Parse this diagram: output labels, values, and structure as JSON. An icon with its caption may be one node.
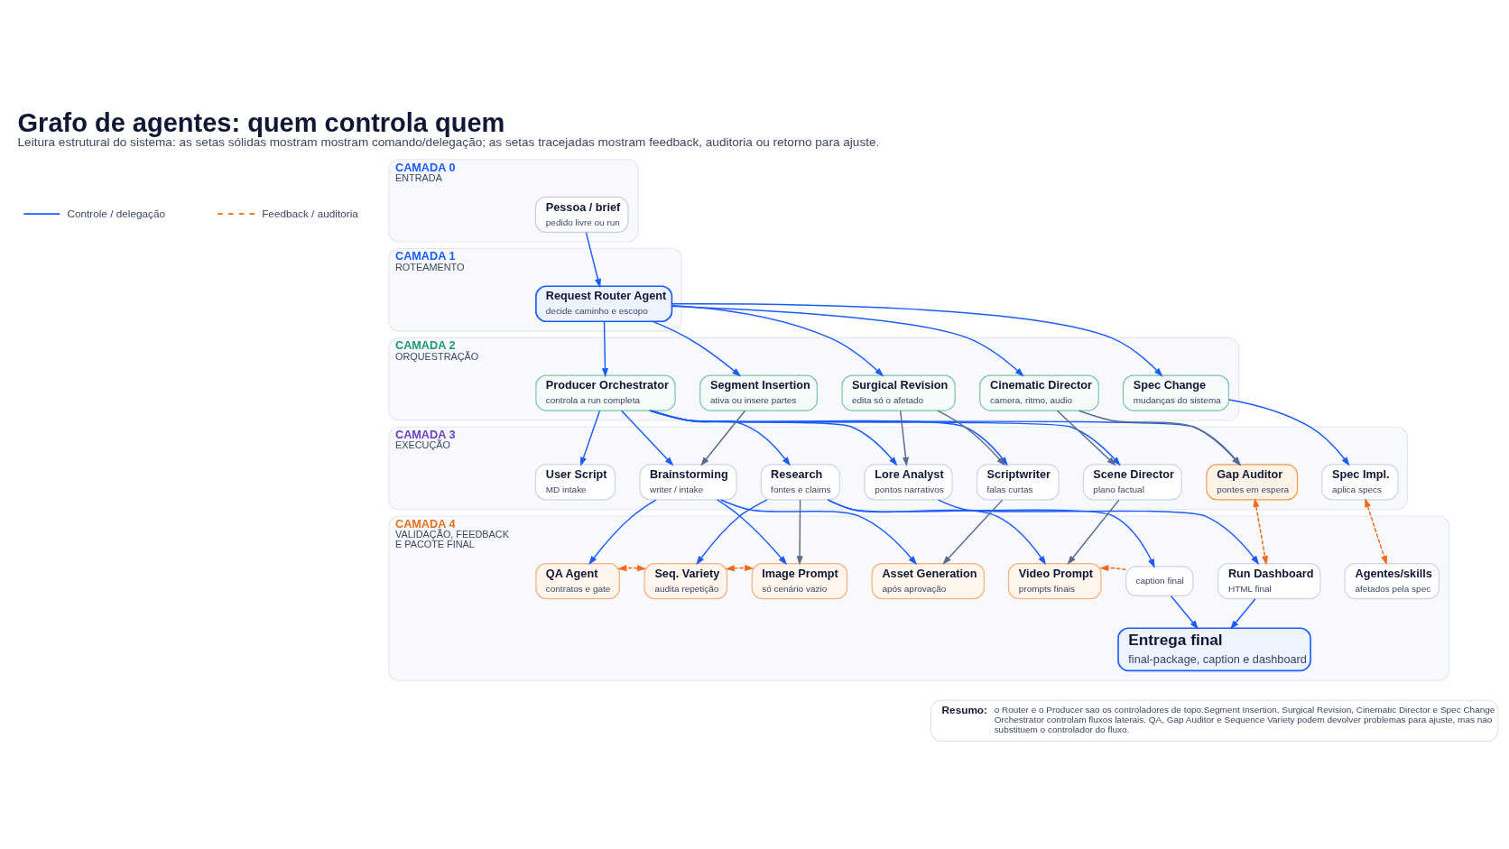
{
  "diagram": {
    "title": "Grafo de agentes: quem controla quem",
    "caption": "Leitura estrutural do sistema: as setas sólidas mostram mostram comando/delegação; as setas tracejadas mostram feedback, auditoria ou retorno para ajuste.",
    "nodes": [
      {
        "text": [
          "CAMADA 0",
          "ENTRADA"
        ]
      },
      {
        "text": [
          "Pessoa / brief",
          "pedido livre ou run"
        ],
        "in": 0
      },
      {
        "text": [
          "CAMADA 1",
          "ROTEAMENTO"
        ]
      },
      {
        "text": [
          "Request Router Agent",
          "decide caminho e escopo"
        ],
        "in": 2
      },
      {
        "text": [
          "CAMADA 2",
          "ORQUESTRAÇÃO"
        ]
      },
      {
        "text": [
          "Producer Orchestrator",
          "controla a run completa"
        ],
        "in": 4
      },
      {
        "text": [
          "Segment Insertion",
          "ativa ou insere partes"
        ],
        "in": 4
      },
      {
        "text": [
          "Surgical Revision",
          "edita só o afetado"
        ],
        "in": 4
      },
      {
        "text": [
          "Cinematic Director",
          "camera, ritmo, audio"
        ],
        "in": 4
      },
      {
        "text": [
          "Spec Change",
          "mudanças do sistema"
        ],
        "in": 4
      },
      {
        "text": [
          "CAMADA 3",
          "EXECUÇÃO"
        ]
      },
      {
        "text": [
          "User Script",
          "MD intake"
        ],
        "in": 10
      },
      {
        "text": [
          "Brainstorming",
          "writer / intake"
        ],
        "in": 10
      },
      {
        "text": [
          "Research",
          "fontes e claims"
        ],
        "in": 10
      },
      {
        "text": [
          "Lore Analyst",
          "pontos narrativos"
        ],
        "in": 10
      },
      {
        "text": [
          "Scriptwriter",
          "falas curtas"
        ],
        "in": 10
      },
      {
        "text": [
          "Scene Director",
          "plano factual"
        ],
        "in": 10
      },
      {
        "text": [
          "Gap Auditor",
          "pontes em espera"
        ],
        "in": 10
      },
      {
        "text": [
          "Spec Impl.",
          "aplica specs"
        ],
        "in": 10
      },
      {
        "text": [
          "CAMADA 4",
          "VALIDAÇÃO, FEEDBACK E PACOTE FINAL"
        ]
      },
      {
        "text": [
          "QA Agent",
          "contratos e gate"
        ],
        "in": 19
      },
      {
        "text": [
          "Image Prompt",
          "só cenário vazio"
        ],
        "in": 19
      },
      {
        "text": [
          "Asset Generation",
          "após aprovação"
        ],
        "in": 19
      },
      {
        "text": [
          "Video Prompt",
          "prompts finais"
        ],
        "in": 19
      },
      {
        "text": [
          "Seq. Variety",
          "audita repetição"
        ],
        "in": 19
      },
      {
        "text": [
          "caption final"
        ],
        "in": 19
      },
      {
        "text": [
          "Run Dashboard",
          "HTML final"
        ],
        "in": 19
      },
      {
        "text": [
          "Agentes/skills",
          "afetados pela spec"
        ],
        "in": 19
      },
      {
        "text": [
          "Entrega final",
          "final-package, caption e dashboard"
        ],
        "in": 19
      },
      {
        "text": [
          "Resumo:",
          "o Router e o Producer sao os controladores de topo.Segment Insertion, Surgical Revision, Cinematic Director e Spec Change Orchestrator controlam fluxos laterais. QA, Gap Auditor e Sequence Variety podem devolver problemas para ajuste, mas nao substituem o controlador do fluxo."
        ]
      }
    ],
    "edges": [
      {
        "from": 1,
        "to": 3,
        "arrow": "to"
      },
      {
        "from": 3,
        "to": 5,
        "arrow": "to"
      },
      {
        "from": 3,
        "to": 6,
        "arrow": "to"
      },
      {
        "from": 3,
        "to": 7,
        "arrow": "to"
      },
      {
        "from": 3,
        "to": 8,
        "arrow": "to"
      },
      {
        "from": 3,
        "to": 9,
        "arrow": "to"
      },
      {
        "from": 5,
        "to": 11,
        "arrow": "to"
      },
      {
        "from": 5,
        "to": 12,
        "arrow": "to"
      },
      {
        "from": 5,
        "to": 13,
        "arrow": "to"
      },
      {
        "from": 5,
        "to": 14,
        "arrow": "to"
      },
      {
        "from": 5,
        "to": 15,
        "arrow": "to"
      },
      {
        "from": 5,
        "to": 16,
        "arrow": "to"
      },
      {
        "from": 5,
        "to": 17,
        "arrow": "to"
      },
      {
        "from": 6,
        "to": 12,
        "arrow": "to",
        "color": "#5b6b8c"
      },
      {
        "from": 7,
        "to": 14,
        "arrow": "to",
        "color": "#5b6b8c"
      },
      {
        "from": 7,
        "to": 15,
        "arrow": "to",
        "color": "#5b6b8c"
      },
      {
        "from": 8,
        "to": 16,
        "arrow": "to",
        "color": "#5b6b8c"
      },
      {
        "from": 8,
        "to": 17,
        "arrow": "to",
        "color": "#5b6b8c"
      },
      {
        "from": 9,
        "to": 18,
        "arrow": "to"
      },
      {
        "from": 12,
        "to": 20,
        "arrow": "to"
      },
      {
        "from": 12,
        "to": 21,
        "arrow": "to"
      },
      {
        "from": 12,
        "to": 22,
        "arrow": "to"
      },
      {
        "from": 13,
        "to": 21,
        "arrow": "to",
        "color": "#5b6b8c"
      },
      {
        "from": 13,
        "to": 23,
        "arrow": "to"
      },
      {
        "from": 13,
        "to": 24,
        "arrow": "to"
      },
      {
        "from": 13,
        "to": 25,
        "arrow": "to"
      },
      {
        "from": 14,
        "to": 26,
        "arrow": "to"
      },
      {
        "from": 15,
        "to": 22,
        "arrow": "to",
        "color": "#5b6b8c"
      },
      {
        "from": 16,
        "to": 23,
        "arrow": "to",
        "color": "#5b6b8c"
      },
      {
        "from": 25,
        "to": 28,
        "arrow": "to"
      },
      {
        "from": 26,
        "to": 28,
        "arrow": "to"
      },
      {
        "from": 17,
        "to": 26,
        "arrow": "both",
        "style": "dashed",
        "color": "#f06a1a"
      },
      {
        "from": 18,
        "to": 27,
        "arrow": "both",
        "style": "dashed",
        "color": "#f06a1a"
      },
      {
        "from": 24,
        "to": 20,
        "arrow": "both",
        "style": "dashed",
        "color": "#f06a1a"
      },
      {
        "from": 24,
        "to": 21,
        "arrow": "both",
        "style": "dashed",
        "color": "#f06a1a"
      },
      {
        "from": 25,
        "to": 23,
        "arrow": "to",
        "style": "dashed",
        "color": "#f06a1a"
      }
    ],
    "legend": [
      {
        "text": "Controle / delegação"
      },
      {
        "text": "Feedback / auditoria"
      }
    ]
  }
}
